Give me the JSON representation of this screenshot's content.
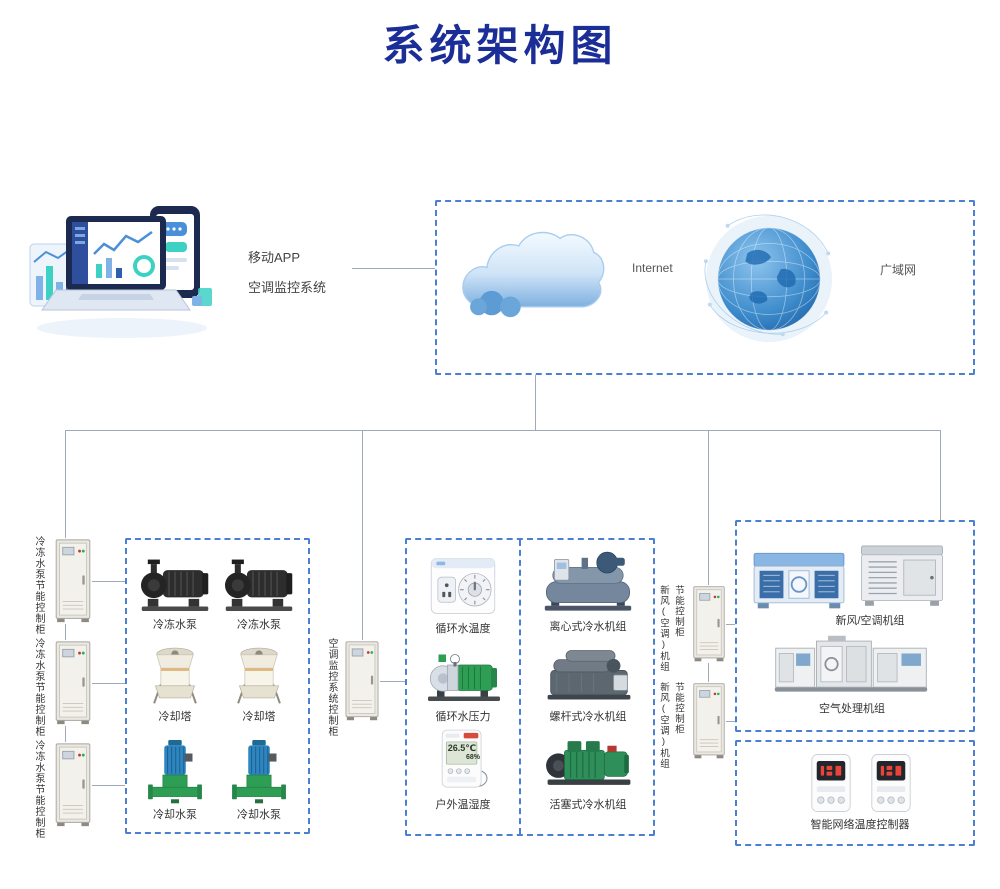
{
  "title": "系统架构图",
  "colors": {
    "title_accent": "#1b2d96",
    "dashed_border": "#4a7fd4",
    "connector_line": "#a0aab6"
  },
  "app": {
    "line1": "移动APP",
    "line2": "空调监控系统"
  },
  "network": {
    "internet_label": "Internet",
    "wan_label": "广域网"
  },
  "left_cabinets": [
    {
      "label": "冷冻水泵节能控制柜"
    },
    {
      "label": "冷冻水泵节能控制柜"
    },
    {
      "label": "冷冻水泵节能控制柜"
    }
  ],
  "pump_box": {
    "row1": {
      "item1": "冷冻水泵",
      "item2": "冷冻水泵"
    },
    "row2": {
      "item1": "冷却塔",
      "item2": "冷却塔"
    },
    "row3": {
      "item1": "冷却水泵",
      "item2": "冷却水泵"
    }
  },
  "center_cabinet": {
    "label": "空调监控系统控制柜"
  },
  "sensors": {
    "item1": "循环水温度",
    "item2": "循环水压力",
    "item3": "户外温湿度",
    "thermometer_temp": "26.5℃",
    "thermometer_hum": "68%"
  },
  "chillers": {
    "item1": "离心式冷水机组",
    "item2": "螺杆式冷水机组",
    "item3": "活塞式冷水机组"
  },
  "right_cabinets": [
    {
      "label": "新风(空调)机组\n节能控制柜"
    },
    {
      "label": "新风(空调)机组\n节能控制柜"
    }
  ],
  "ahu_box": {
    "label_top": "新风/空调机组",
    "label_bottom": "空气处理机组"
  },
  "controller_box": {
    "label": "智能网络温度控制器"
  },
  "illustrations": {
    "laptop": "laptop-and-mobile-monitoring-illustration",
    "cloud": "internet-cloud",
    "globe": "wan-network-globe",
    "cabinet": "control-cabinet",
    "black_pump": "chilled-water-pump",
    "tower": "cooling-tower",
    "green_pump": "cooling-water-pump",
    "timer": "water-temperature-controller",
    "booster": "water-pressure-pump",
    "thermometer": "outdoor-thermo-hygrometer",
    "chiller_a": "centrifugal-chiller",
    "chiller_b": "screw-chiller",
    "chiller_c": "piston-chiller",
    "ac_a": "fresh-air-ac-unit",
    "ac_b": "packaged-ac-unit",
    "ahu": "air-handling-unit",
    "thermostat": "network-temperature-controller"
  }
}
